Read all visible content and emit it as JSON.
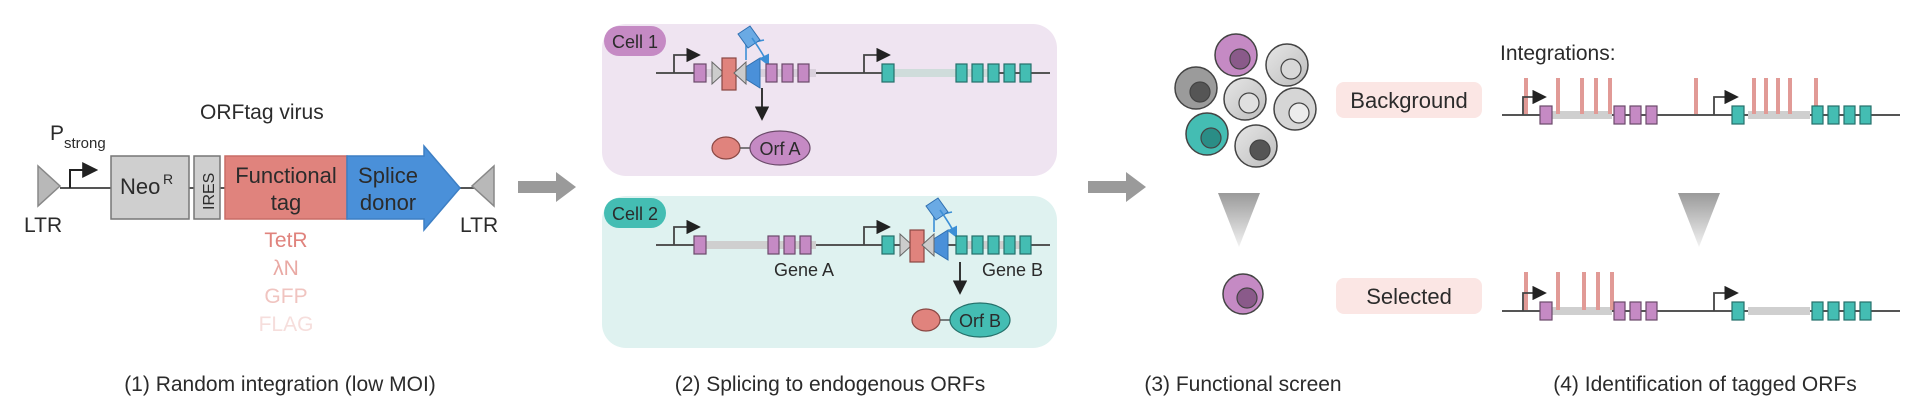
{
  "panel1": {
    "promoter_label": "P",
    "promoter_sub": "strong",
    "virus_title": "ORFtag virus",
    "ltr_left": "LTR",
    "ltr_right": "LTR",
    "neo_label": "Neo",
    "neo_sup": "R",
    "ires_label": "IRES",
    "functional_tag_line1": "Functional",
    "functional_tag_line2": "tag",
    "splice_donor_line1": "Splice",
    "splice_donor_line2": "donor",
    "tag_options": [
      "TetR",
      "λN",
      "GFP",
      "FLAG"
    ],
    "caption": "(1) Random integration (low MOI)"
  },
  "panel2": {
    "cell1_label": "Cell 1",
    "cell2_label": "Cell 2",
    "orf_a": "Orf A",
    "orf_b": "Orf B",
    "gene_a": "Gene A",
    "gene_b": "Gene B",
    "caption": "(2) Splicing to endogenous ORFs"
  },
  "panel3": {
    "background_label": "Background",
    "selected_label": "Selected",
    "caption": "(3) Functional screen"
  },
  "panel4": {
    "integrations_label": "Integrations:",
    "caption": "(4) Identification of tagged ORFs"
  },
  "colors": {
    "purple": "#c58ac4",
    "teal": "#44bdb3",
    "salmon": "#e0837d",
    "blue": "#4a90d9",
    "grey_box": "#cfcfcf",
    "cell1_bg": "#efe4f1",
    "cell2_bg": "#dff2f0",
    "pill_bg": "#fbe6e4"
  }
}
